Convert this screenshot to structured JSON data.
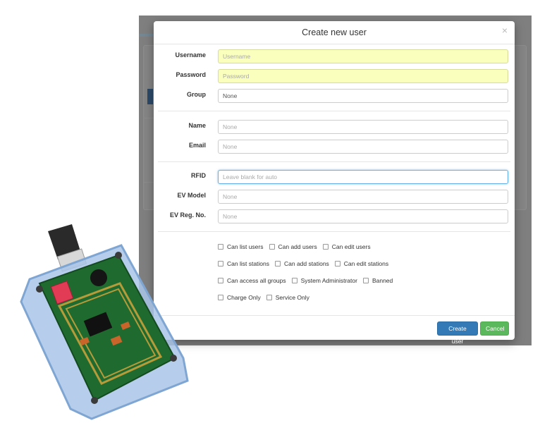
{
  "modal": {
    "title": "Create new user",
    "close_glyph": "×"
  },
  "fields": {
    "username": {
      "label": "Username",
      "placeholder": "Username"
    },
    "password": {
      "label": "Password",
      "placeholder": "Password"
    },
    "group": {
      "label": "Group",
      "value": "None"
    },
    "name": {
      "label": "Name",
      "placeholder": "None"
    },
    "email": {
      "label": "Email",
      "placeholder": "None"
    },
    "rfid": {
      "label": "RFID",
      "placeholder": "Leave blank for auto"
    },
    "ev_model": {
      "label": "EV Model",
      "placeholder": "None"
    },
    "ev_reg": {
      "label": "EV Reg. No.",
      "placeholder": "None"
    }
  },
  "permissions": {
    "row1": [
      "Can list users",
      "Can add users",
      "Can edit users"
    ],
    "row2": [
      "Can list stations",
      "Can add stations",
      "Can edit stations"
    ],
    "row3": [
      "Can access all groups",
      "System Administrator",
      "Banned"
    ],
    "row4": [
      "Charge Only",
      "Service Only"
    ]
  },
  "buttons": {
    "create": "Create user",
    "cancel": "Cancel"
  },
  "colors": {
    "primary": "#337ab7",
    "success": "#5cb85c",
    "autofill": "#faffbd",
    "focus": "#66afe9"
  },
  "icons": {
    "close": "close-icon",
    "device": "rfid-reader-device"
  }
}
